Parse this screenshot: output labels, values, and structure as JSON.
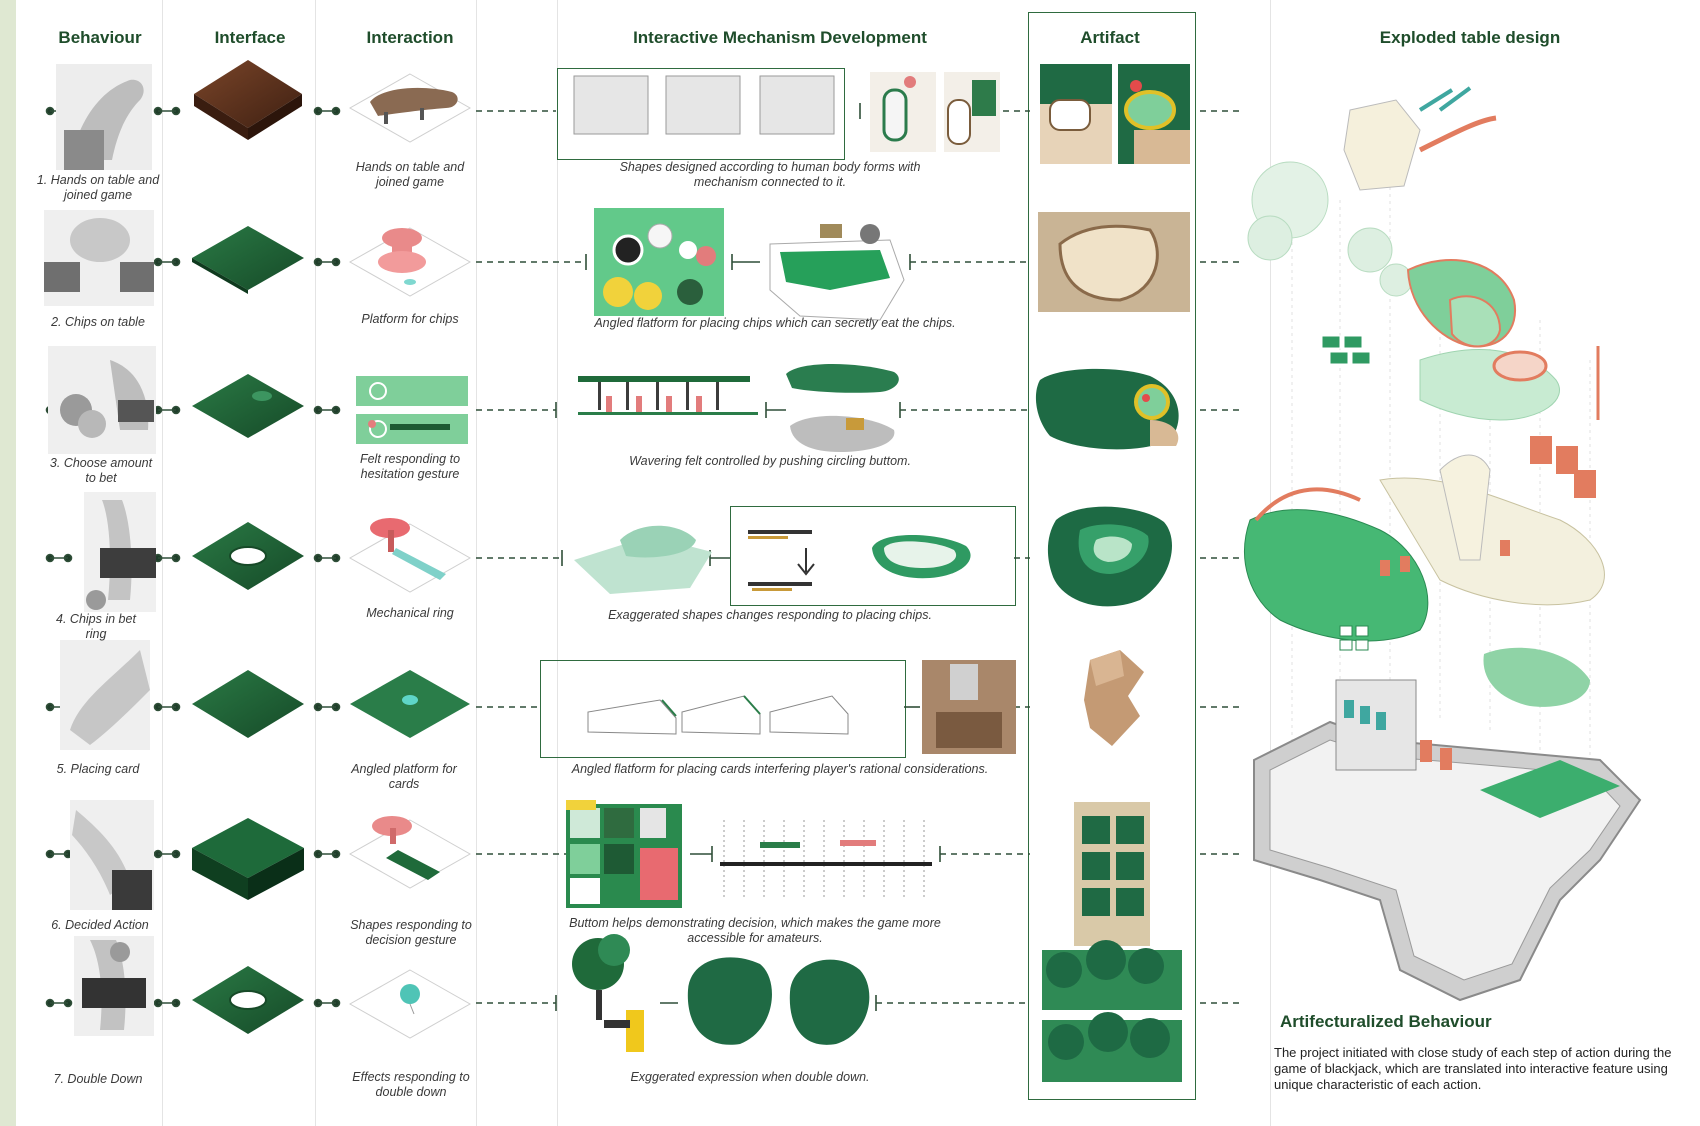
{
  "headers": {
    "behaviour": "Behaviour",
    "interface": "Interface",
    "interaction": "Interaction",
    "mechanism": "Interactive Mechanism Development",
    "artifact": "Artifact",
    "exploded": "Exploded table design"
  },
  "rows": [
    {
      "behaviour": "1. Hands on table and joined game",
      "interaction": "Hands on table and joined game",
      "mechanism": "Shapes designed according to human body forms with mechanism connected to it."
    },
    {
      "behaviour": "2. Chips on table",
      "interaction": "Platform for chips",
      "mechanism": "Angled flatform for placing chips which can secretly eat the chips."
    },
    {
      "behaviour": "3. Choose amount to bet",
      "interaction": "Felt responding to hesitation gesture",
      "mechanism": "Wavering felt controlled by pushing circling buttom."
    },
    {
      "behaviour": "4. Chips in bet ring",
      "interaction": "Mechanical ring",
      "mechanism": "Exaggerated shapes changes responding to placing chips."
    },
    {
      "behaviour": "5. Placing card",
      "interaction": "Angled platform for cards",
      "mechanism": "Angled flatform for  placing cards interfering player's rational considerations."
    },
    {
      "behaviour": "6. Decided Action",
      "interaction": "Shapes responding to decision gesture",
      "mechanism": "Buttom helps demonstrating decision, which makes the game more accessible for amateurs."
    },
    {
      "behaviour": "7. Double Down",
      "interaction": "Effects responding to double down",
      "mechanism": "Exggerated expression when double down."
    }
  ],
  "summary": {
    "title": "Artifecturalized Behaviour",
    "body": "The project initiated with close study of each step of action during the game of blackjack, which are translated into interactive feature using unique characteristic of each action."
  },
  "colors": {
    "green_dark": "#1f5a34",
    "green_mid": "#2f8a55",
    "green_light": "#8fd3a6",
    "wood": "#5b3320",
    "salmon": "#e27c5f",
    "grey": "#9e9e9e"
  }
}
